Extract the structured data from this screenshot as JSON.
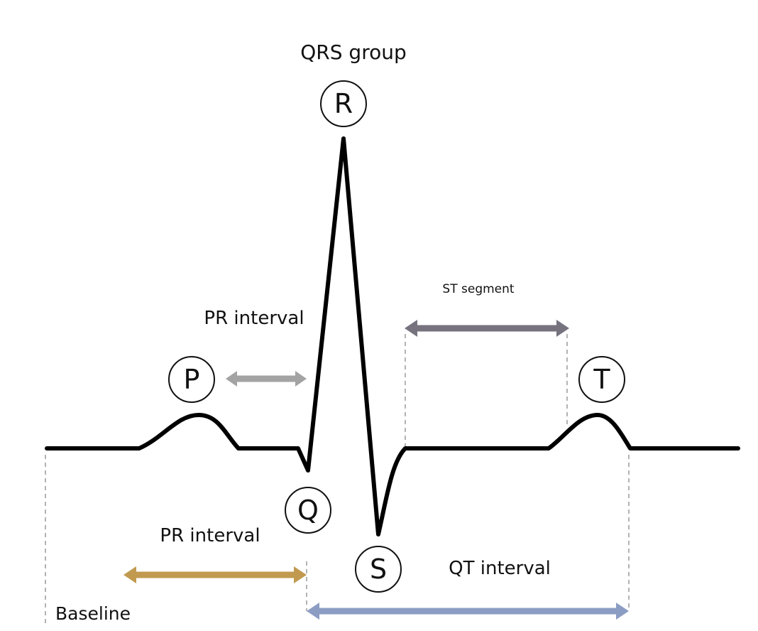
{
  "labels": {
    "qrs_group": "QRS group",
    "pr_interval_top": "PR interval",
    "pr_interval_bottom": "PR interval",
    "st_segment": "ST segment",
    "qt_interval": "QT interval",
    "baseline": "Baseline"
  },
  "waves": {
    "p": "P",
    "q": "Q",
    "r": "R",
    "s": "S",
    "t": "T"
  },
  "colors": {
    "trace": "#000000",
    "pr_top_arrow": "#a3a3a3",
    "st_arrow": "#76737f",
    "pr_bottom_arrow": "#c19a4f",
    "qt_arrow": "#8c9dc4",
    "baseline_text": "#7d7d7d"
  }
}
